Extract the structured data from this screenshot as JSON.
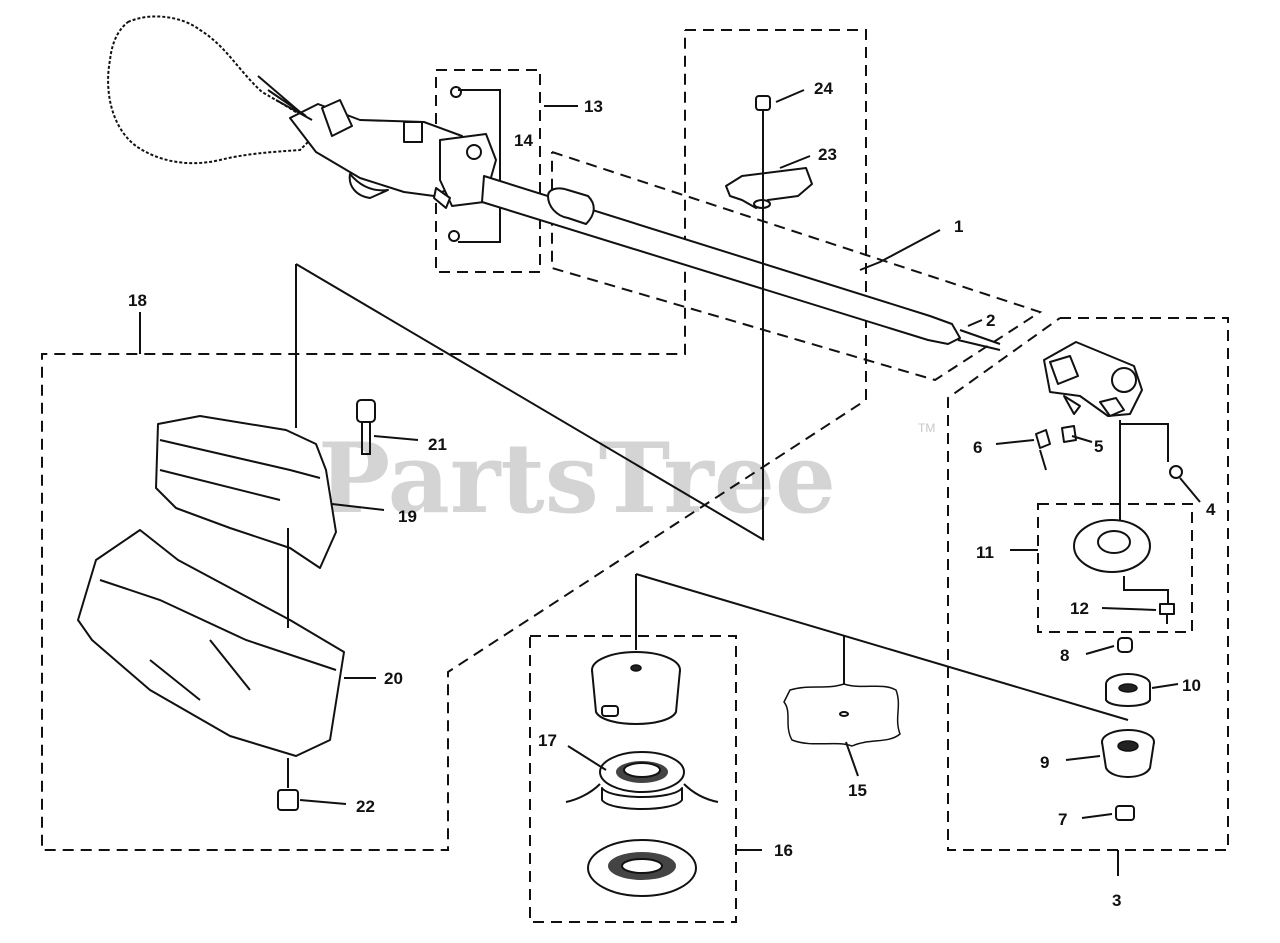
{
  "watermark": {
    "text": "PartsTree",
    "trademark": "TM"
  },
  "callouts": {
    "c1": "1",
    "c2": "2",
    "c3": "3",
    "c4": "4",
    "c5": "5",
    "c6": "6",
    "c7": "7",
    "c8": "8",
    "c9": "9",
    "c10": "10",
    "c11": "11",
    "c12": "12",
    "c13": "13",
    "c14": "14",
    "c15": "15",
    "c16": "16",
    "c17": "17",
    "c18": "18",
    "c19": "19",
    "c20": "20",
    "c21": "21",
    "c22": "22",
    "c23": "23",
    "c24": "24"
  },
  "colors": {
    "line": "#111111",
    "watermark": "#d4d4d4",
    "background": "#ffffff"
  }
}
